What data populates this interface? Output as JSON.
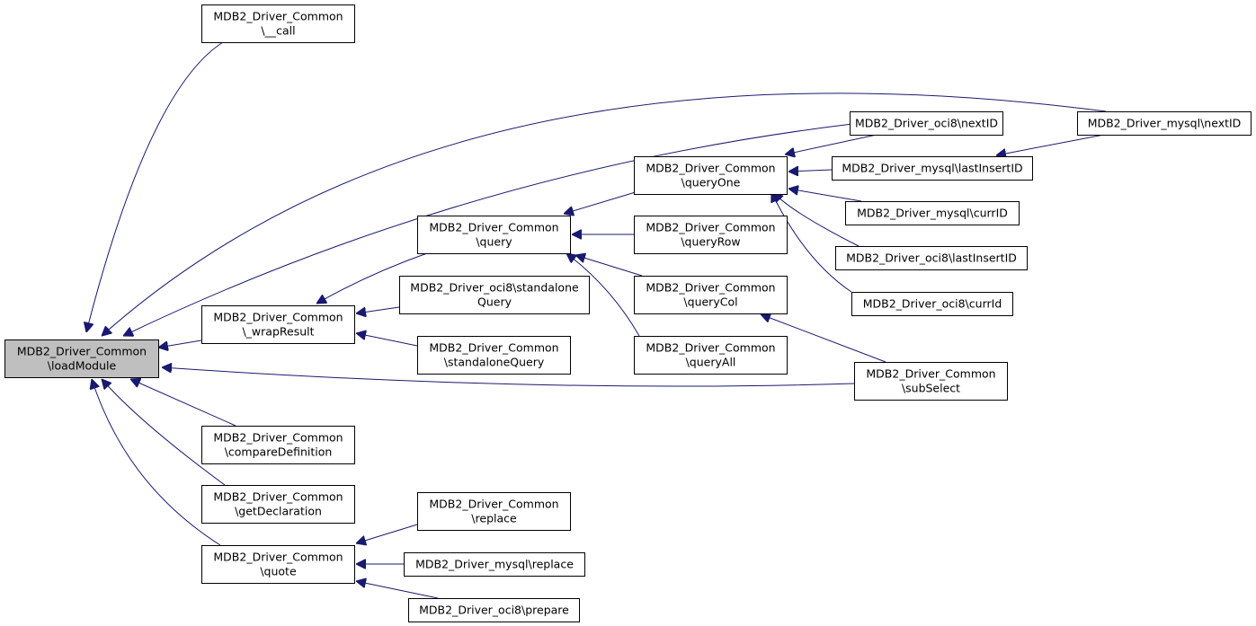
{
  "diagram": {
    "nodes": [
      {
        "id": "loadModule",
        "lines": [
          "MDB2_Driver_Common",
          "\\loadModule"
        ],
        "current": true
      },
      {
        "id": "call",
        "lines": [
          "MDB2_Driver_Common",
          "\\__call"
        ]
      },
      {
        "id": "wrapResult",
        "lines": [
          "MDB2_Driver_Common",
          "\\_wrapResult"
        ]
      },
      {
        "id": "compareDefinition",
        "lines": [
          "MDB2_Driver_Common",
          "\\compareDefinition"
        ]
      },
      {
        "id": "getDeclaration",
        "lines": [
          "MDB2_Driver_Common",
          "\\getDeclaration"
        ]
      },
      {
        "id": "quote",
        "lines": [
          "MDB2_Driver_Common",
          "\\quote"
        ]
      },
      {
        "id": "query",
        "lines": [
          "MDB2_Driver_Common",
          "\\query"
        ]
      },
      {
        "id": "oci8StandaloneQuery",
        "lines": [
          "MDB2_Driver_oci8\\standalone",
          "Query"
        ]
      },
      {
        "id": "standaloneQuery",
        "lines": [
          "MDB2_Driver_Common",
          "\\standaloneQuery"
        ]
      },
      {
        "id": "replace",
        "lines": [
          "MDB2_Driver_Common",
          "\\replace"
        ]
      },
      {
        "id": "mysqlReplace",
        "lines": [
          "MDB2_Driver_mysql\\replace"
        ]
      },
      {
        "id": "oci8Prepare",
        "lines": [
          "MDB2_Driver_oci8\\prepare"
        ]
      },
      {
        "id": "queryOne",
        "lines": [
          "MDB2_Driver_Common",
          "\\queryOne"
        ]
      },
      {
        "id": "queryRow",
        "lines": [
          "MDB2_Driver_Common",
          "\\queryRow"
        ]
      },
      {
        "id": "queryCol",
        "lines": [
          "MDB2_Driver_Common",
          "\\queryCol"
        ]
      },
      {
        "id": "queryAll",
        "lines": [
          "MDB2_Driver_Common",
          "\\queryAll"
        ]
      },
      {
        "id": "oci8NextID",
        "lines": [
          "MDB2_Driver_oci8\\nextID"
        ]
      },
      {
        "id": "mysqlLastInsertID",
        "lines": [
          "MDB2_Driver_mysql\\lastInsertID"
        ]
      },
      {
        "id": "mysqlCurrID",
        "lines": [
          "MDB2_Driver_mysql\\currID"
        ]
      },
      {
        "id": "oci8LastInsertID",
        "lines": [
          "MDB2_Driver_oci8\\lastInsertID"
        ]
      },
      {
        "id": "oci8CurrId",
        "lines": [
          "MDB2_Driver_oci8\\currId"
        ]
      },
      {
        "id": "subSelect",
        "lines": [
          "MDB2_Driver_Common",
          "\\subSelect"
        ]
      },
      {
        "id": "mysqlNextID",
        "lines": [
          "MDB2_Driver_mysql\\nextID"
        ]
      }
    ],
    "edges": [
      {
        "from": "call",
        "to": "loadModule"
      },
      {
        "from": "mysqlNextID",
        "to": "loadModule"
      },
      {
        "from": "oci8NextID",
        "to": "loadModule"
      },
      {
        "from": "wrapResult",
        "to": "loadModule"
      },
      {
        "from": "subSelect",
        "to": "loadModule"
      },
      {
        "from": "compareDefinition",
        "to": "loadModule"
      },
      {
        "from": "getDeclaration",
        "to": "loadModule"
      },
      {
        "from": "quote",
        "to": "loadModule"
      },
      {
        "from": "query",
        "to": "wrapResult"
      },
      {
        "from": "oci8StandaloneQuery",
        "to": "wrapResult"
      },
      {
        "from": "standaloneQuery",
        "to": "wrapResult"
      },
      {
        "from": "queryOne",
        "to": "query"
      },
      {
        "from": "queryRow",
        "to": "query"
      },
      {
        "from": "queryCol",
        "to": "query"
      },
      {
        "from": "queryAll",
        "to": "query"
      },
      {
        "from": "oci8NextID",
        "to": "queryOne"
      },
      {
        "from": "mysqlLastInsertID",
        "to": "queryOne"
      },
      {
        "from": "mysqlCurrID",
        "to": "queryOne"
      },
      {
        "from": "oci8LastInsertID",
        "to": "queryOne"
      },
      {
        "from": "oci8CurrId",
        "to": "queryOne"
      },
      {
        "from": "mysqlNextID",
        "to": "mysqlLastInsertID"
      },
      {
        "from": "subSelect",
        "to": "queryCol"
      },
      {
        "from": "replace",
        "to": "quote"
      },
      {
        "from": "mysqlReplace",
        "to": "quote"
      },
      {
        "from": "oci8Prepare",
        "to": "quote"
      }
    ]
  }
}
